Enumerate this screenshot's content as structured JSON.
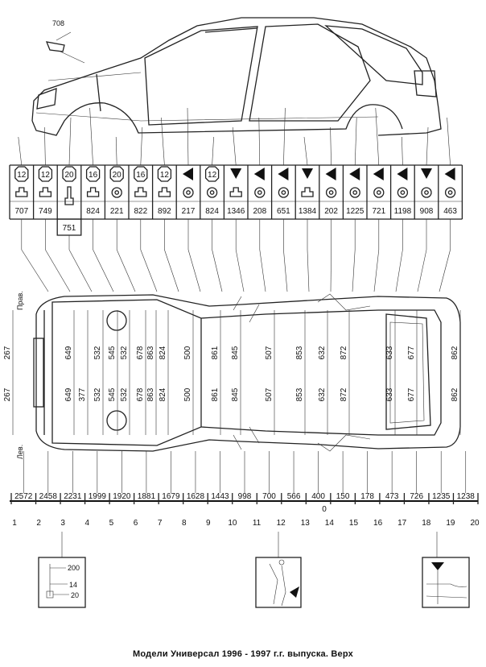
{
  "caption": "Модели Универсал 1996 - 1997 г.г. выпуска. Верх",
  "side_labels": {
    "right": "Прав.",
    "left": "Лев."
  },
  "top_callout": "708",
  "point_table": [
    {
      "symbol": "hex",
      "size": "12",
      "icon": "clip",
      "code": "707"
    },
    {
      "symbol": "hex",
      "size": "12",
      "icon": "clip",
      "code": "749"
    },
    {
      "symbol": "hex",
      "size": "20",
      "icon": "pin",
      "code": "",
      "extra": "751"
    },
    {
      "symbol": "hex",
      "size": "16",
      "icon": "clip",
      "code": "824"
    },
    {
      "symbol": "hex",
      "size": "20",
      "icon": "circle",
      "code": "221"
    },
    {
      "symbol": "hex",
      "size": "16",
      "icon": "clip",
      "code": "822"
    },
    {
      "symbol": "hex",
      "size": "12",
      "icon": "clip",
      "code": "892"
    },
    {
      "symbol": "tri-left",
      "size": "",
      "icon": "circle",
      "code": "217"
    },
    {
      "symbol": "hex",
      "size": "12",
      "icon": "circle",
      "code": "824"
    },
    {
      "symbol": "tri-down",
      "size": "",
      "icon": "clip",
      "code": "1346"
    },
    {
      "symbol": "tri-left",
      "size": "",
      "icon": "circle",
      "code": "208"
    },
    {
      "symbol": "tri-left",
      "size": "",
      "icon": "circle",
      "code": "651"
    },
    {
      "symbol": "tri-down",
      "size": "",
      "icon": "clip",
      "code": "1384"
    },
    {
      "symbol": "tri-left",
      "size": "",
      "icon": "circle",
      "code": "202"
    },
    {
      "symbol": "tri-left",
      "size": "",
      "icon": "circle",
      "code": "1225"
    },
    {
      "symbol": "tri-left",
      "size": "",
      "icon": "circle",
      "code": "721"
    },
    {
      "symbol": "tri-left",
      "size": "",
      "icon": "circle",
      "code": "1198"
    },
    {
      "symbol": "tri-down",
      "size": "",
      "icon": "circle",
      "code": "908"
    },
    {
      "symbol": "tri-left",
      "size": "",
      "icon": "circle",
      "code": "463"
    }
  ],
  "widths": [
    {
      "values": [
        "267",
        "267"
      ]
    },
    {
      "values": [
        "649",
        "649"
      ]
    },
    {
      "values": [
        "",
        "377"
      ]
    },
    {
      "values": [
        "532",
        "532"
      ]
    },
    {
      "values": [
        "545",
        "545"
      ]
    },
    {
      "values": [
        "532",
        "532"
      ]
    },
    {
      "values": [
        "678",
        "678"
      ]
    },
    {
      "values": [
        "863",
        "863"
      ]
    },
    {
      "values": [
        "824",
        "824"
      ]
    },
    {
      "values": [
        "500",
        "500"
      ]
    },
    {
      "values": [
        "861",
        "861"
      ]
    },
    {
      "values": [
        "845",
        "845"
      ]
    },
    {
      "values": [
        "507",
        "507"
      ]
    },
    {
      "values": [
        "853",
        "853"
      ]
    },
    {
      "values": [
        "632",
        "632"
      ]
    },
    {
      "values": [
        "872",
        "872"
      ]
    },
    {
      "values": [
        "633",
        "633"
      ]
    },
    {
      "values": [
        "677",
        "677"
      ]
    },
    {
      "values": [
        "862",
        "862"
      ]
    }
  ],
  "longitudinal": [
    "2572",
    "2458",
    "2231",
    "1999",
    "1920",
    "1881",
    "1679",
    "1628",
    "1443",
    "998",
    "700",
    "566",
    "400",
    "150",
    "178",
    "473",
    "726",
    "1235",
    "1238"
  ],
  "origin_label": "0",
  "section_numbers": [
    "1",
    "2",
    "3",
    "4",
    "5",
    "6",
    "7",
    "8",
    "9",
    "10",
    "11",
    "12",
    "13",
    "14",
    "15",
    "16",
    "17",
    "18",
    "19",
    "20"
  ],
  "detail_left_labels": [
    "200",
    "14",
    "20"
  ]
}
